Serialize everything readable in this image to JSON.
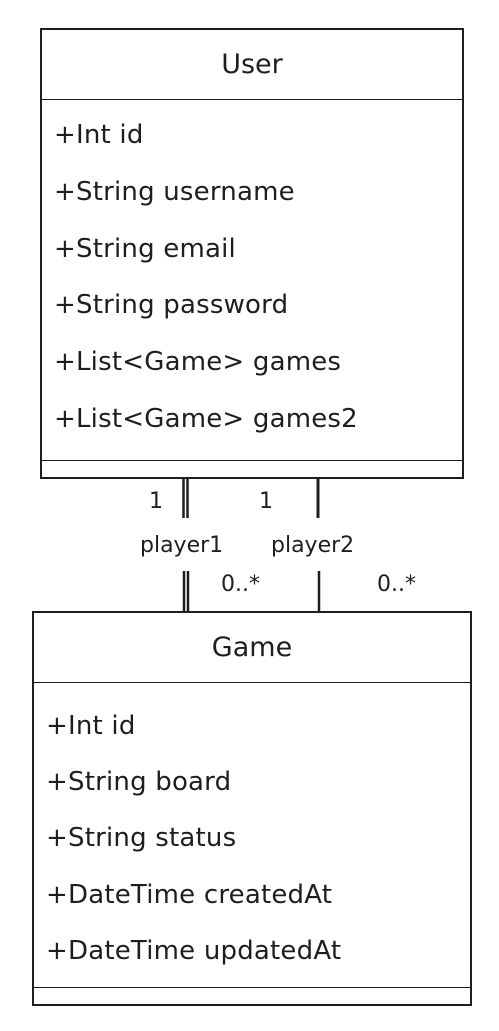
{
  "classes": {
    "user": {
      "name": "User",
      "attributes": [
        "+Int id",
        "+String username",
        "+String email",
        "+String password",
        "+List<Game> games",
        "+List<Game> games2"
      ]
    },
    "game": {
      "name": "Game",
      "attributes": [
        "+Int id",
        "+String board",
        "+String status",
        "+DateTime createdAt",
        "+DateTime updatedAt"
      ]
    }
  },
  "relations": {
    "player1": {
      "role": "player1",
      "source_multiplicity": "1",
      "target_multiplicity": "0..*"
    },
    "player2": {
      "role": "player2",
      "source_multiplicity": "1",
      "target_multiplicity": "0..*"
    }
  }
}
